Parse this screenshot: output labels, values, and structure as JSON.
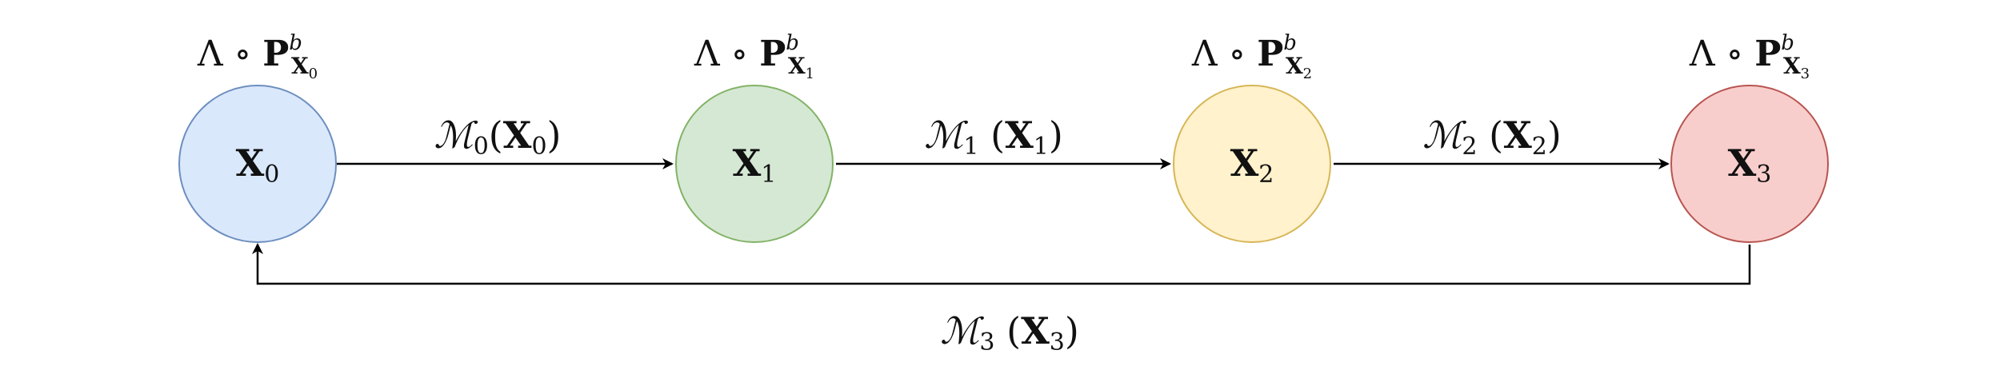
{
  "colors": {
    "edge": "#000000"
  },
  "nodes": [
    {
      "id": "x0",
      "label": "X",
      "subscript": "0",
      "fill": "#dae8fc",
      "stroke": "#6c8ebf",
      "top_label": {
        "prefix": "Λ ∘ ",
        "main": "P",
        "sup": "b",
        "sub_main": "X",
        "sub_index": "0"
      }
    },
    {
      "id": "x1",
      "label": "X",
      "subscript": "1",
      "fill": "#d5e8d4",
      "stroke": "#82b366",
      "top_label": {
        "prefix": "Λ ∘ ",
        "main": "P",
        "sup": "b",
        "sub_main": "X",
        "sub_index": "1"
      }
    },
    {
      "id": "x2",
      "label": "X",
      "subscript": "2",
      "fill": "#fff2cc",
      "stroke": "#d6b656",
      "top_label": {
        "prefix": "Λ ∘ ",
        "main": "P",
        "sup": "b",
        "sub_main": "X",
        "sub_index": "2"
      }
    },
    {
      "id": "x3",
      "label": "X",
      "subscript": "3",
      "fill": "#f8cecc",
      "stroke": "#b85450",
      "top_label": {
        "prefix": "Λ ∘ ",
        "main": "P",
        "sup": "b",
        "sub_main": "X",
        "sub_index": "3"
      }
    }
  ],
  "edges": [
    {
      "from": "x0",
      "to": "x1",
      "label": {
        "op": "ℳ",
        "op_index": "0",
        "arg": "X",
        "arg_index": "0"
      }
    },
    {
      "from": "x1",
      "to": "x2",
      "label": {
        "op": "ℳ",
        "op_index": "1",
        "arg": "X",
        "arg_index": "1"
      }
    },
    {
      "from": "x2",
      "to": "x3",
      "label": {
        "op": "ℳ",
        "op_index": "2",
        "arg": "X",
        "arg_index": "2"
      }
    },
    {
      "from": "x3",
      "to": "x0",
      "label": {
        "op": "ℳ",
        "op_index": "3",
        "arg": "X",
        "arg_index": "3"
      }
    }
  ]
}
